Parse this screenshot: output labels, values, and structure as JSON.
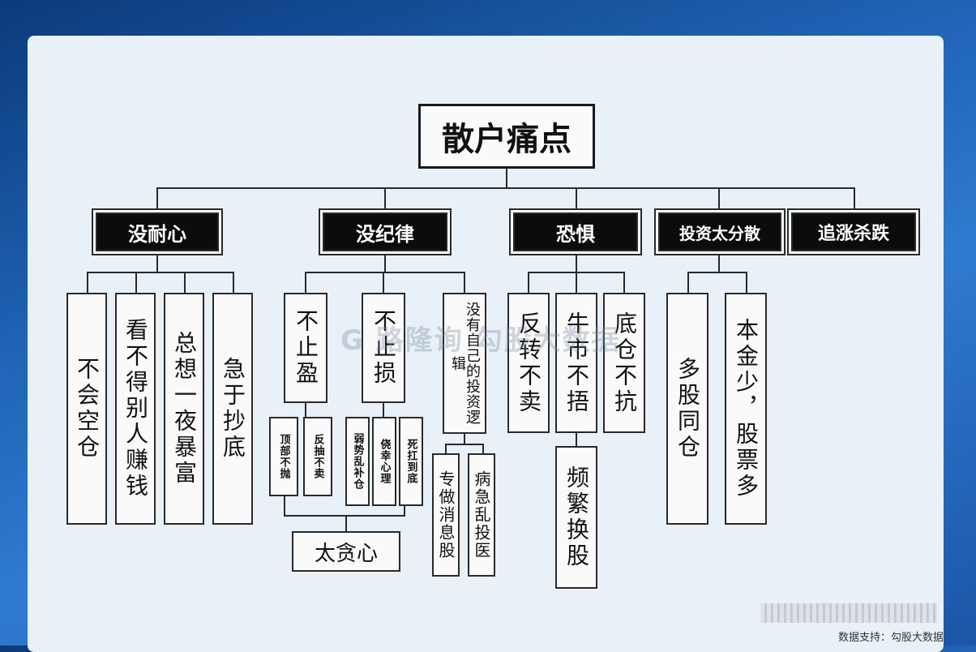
{
  "root": "散户痛点",
  "categories": {
    "c1": "没耐心",
    "c2": "没纪律",
    "c3": "恐惧",
    "c4": "投资太分散",
    "c5": "追涨杀跌"
  },
  "c1_items": [
    "不会空仓",
    "看不得别人赚钱",
    "总想一夜暴富",
    "急于抄底"
  ],
  "c2_items": {
    "a": "不止盈",
    "b": "不止损",
    "c": "没有自己的投资逻辑",
    "a_sub": [
      "顶部不抛",
      "反抽不卖"
    ],
    "b_sub": [
      "弱势乱补仓",
      "侥幸心理",
      "死扛到底"
    ],
    "c_sub": [
      "专做消息股",
      "病急乱投医"
    ],
    "summary": "太贪心"
  },
  "c3_items": {
    "a": "反转不卖",
    "b": "牛市不捂",
    "c": "底仓不抗",
    "b_sub": "频繁换股"
  },
  "c4_items": [
    "多股同仓",
    "本金少，股票多"
  ],
  "watermark": "G 路隆询 勾股大数据",
  "footer": "数据支持：勾股大数据"
}
